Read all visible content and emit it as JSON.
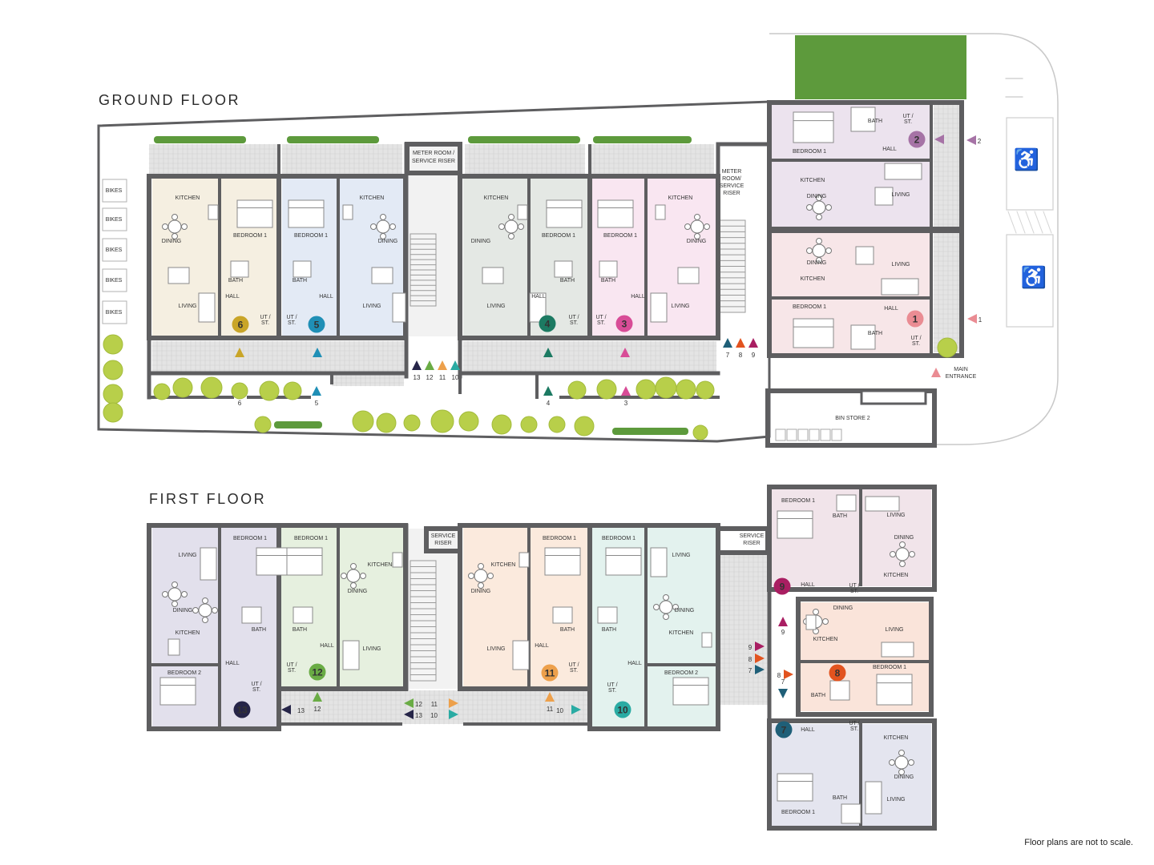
{
  "headings": {
    "ground": "GROUND FLOOR",
    "first": "FIRST FLOOR"
  },
  "note": "Floor plans are not to scale.",
  "colors": {
    "wall": "#5e5e60",
    "grass": "#5d9a3c",
    "shrub": "#b8cf4a",
    "paving": "#e4e4e4",
    "apt1": "#f7e6e8",
    "apt2": "#ece3ee",
    "apt3": "#f9e6f1",
    "apt4": "#e4e8e4",
    "apt5": "#e3eaf5",
    "apt6": "#f5efe1",
    "apt7": "#e4e5ef",
    "apt8": "#fae4da",
    "apt9": "#f1e4ea",
    "apt10": "#e3f2ee",
    "apt11": "#fbeadd",
    "apt12": "#e6f0df",
    "apt13": "#e2e0ec",
    "badge1": "#ea8c93",
    "badge2": "#a673a6",
    "badge3": "#d84c97",
    "badge4": "#1c7a62",
    "badge5": "#1f8fb6",
    "badge6": "#c9a528",
    "badge7": "#1f5f78",
    "badge8": "#e2531f",
    "badge9": "#a91e62",
    "badge10": "#2aaba3",
    "badge11": "#eda04b",
    "badge12": "#6aac45",
    "badge13": "#262548"
  },
  "labels": {
    "kitchen": "KITCHEN",
    "dining": "DINING",
    "living": "LIVING",
    "bedroom1": "BEDROOM 1",
    "bedroom2": "BEDROOM 2",
    "bath": "BATH",
    "hall": "HALL",
    "ut": "UT /",
    "st": "ST.",
    "bikes": "BIKES",
    "meter1": "METER ROOM /",
    "meter2": "SERVICE RISER",
    "meter_a": "METER",
    "meter_b": "ROOM/",
    "meter_c": "SERVICE",
    "meter_d": "RISER",
    "svc1": "SERVICE",
    "svc2": "RISER",
    "bin": "BIN STORE 2",
    "main1": "MAIN",
    "main2": "ENTRANCE"
  },
  "apartments": [
    "1",
    "2",
    "3",
    "4",
    "5",
    "6",
    "7",
    "8",
    "9",
    "10",
    "11",
    "12",
    "13"
  ],
  "entrance_numbers": [
    "1",
    "2",
    "3",
    "4",
    "5",
    "6",
    "7",
    "8",
    "9",
    "10",
    "11",
    "12",
    "13"
  ]
}
